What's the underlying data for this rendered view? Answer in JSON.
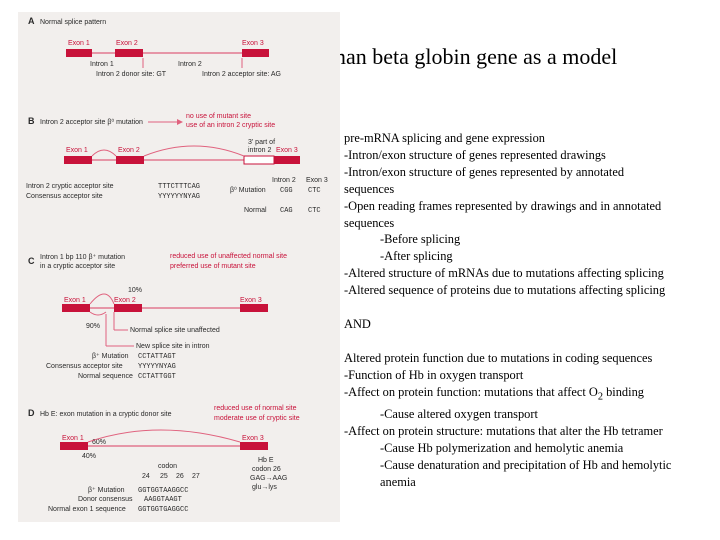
{
  "title": "Human beta globin gene as a model",
  "figure": {
    "colors": {
      "exon": "#c8123a",
      "line": "#e0627e",
      "text": "#2a2a2a",
      "panel_bg": "#f2efed"
    },
    "panel_a": {
      "letter": "A",
      "heading": "Normal splice pattern",
      "exon1": "Exon 1",
      "exon2": "Exon 2",
      "exon3": "Exon 3",
      "intron1": "Intron 1",
      "intron2": "Intron 2",
      "donor": "Intron 2 donor site: GT",
      "acceptor": "Intron 2 acceptor site: AG"
    },
    "panel_b": {
      "letter": "B",
      "heading": "Intron 2 acceptor site β⁰ mutation",
      "note1": "no use of mutant site",
      "note2": "use of an intron 2 cryptic site",
      "exon1": "Exon 1",
      "exon2": "Exon 2",
      "exon3": "Exon 3",
      "part_label1": "3' part of",
      "part_label2": "intron 2",
      "cryptic": "Intron 2 cryptic acceptor site",
      "cryptic_seq": "TTTCTTTCAG",
      "consensus": "Consensus acceptor site",
      "consensus_seq": "YYYYYYNYAG",
      "mutation": "β⁰ Mutation",
      "mutation_seq": "CGG",
      "normal": "Normal",
      "normal_seq": "CAG",
      "col_intron": "Intron 2",
      "col_exon": "Exon 3",
      "exon_seq1": "CTC",
      "exon_seq2": "CTC"
    },
    "panel_c": {
      "letter": "C",
      "heading1": "Intron 1 bp 110 β⁺ mutation",
      "heading2": "in a cryptic acceptor site",
      "note1": "reduced use of unaffected normal site",
      "note2": "preferred use of mutant site",
      "exon1": "Exon 1",
      "exon2": "Exon 2",
      "exon3": "Exon 3",
      "pct_a": "10%",
      "pct_b": "90%",
      "normal_site": "Normal splice site unaffected",
      "new_site": "New splice site in intron",
      "mutation": "β⁺ Mutation",
      "mutation_seq": "CCTATTAGT",
      "consensus": "Consensus acceptor site",
      "consensus_seq": "YYYYYNYAG",
      "normal": "Normal sequence",
      "normal_seq": "CCTATTGGT"
    },
    "panel_d": {
      "letter": "D",
      "heading": "Hb E: exon mutation in a cryptic donor site",
      "note1": "reduced use of normal site",
      "note2": "moderate use of cryptic site",
      "exon1": "Exon 1",
      "exon3": "Exon 3",
      "pct_a": "60%",
      "pct_b": "40%",
      "codon": "codon",
      "codons": [
        "24",
        "25",
        "26",
        "27"
      ],
      "hbe1": "Hb E",
      "hbe2": "codon 26",
      "hbe3": "GAG→AAG",
      "hbe4": "glu→lys",
      "mutation": "β⁺ Mutation",
      "mutation_seq": "GGTGGTAAGGCC",
      "donor": "Donor consensus",
      "donor_seq": "AAGGTAAGT",
      "normal": "Normal exon 1 sequence",
      "normal_seq": "GGTGGTGAGGCC"
    }
  },
  "notes": [
    {
      "text": "pre-m",
      "t2": "RNA splicing and gene expression",
      "indent": false
    },
    {
      "text": "-Intron/exon structure of genes represented drawings",
      "indent": false
    },
    {
      "text": "-Intron/exon structure of genes  represented by annotated",
      "indent": false
    },
    {
      "text": "sequences",
      "indent": false
    },
    {
      "text": "-Open reading frames represented by drawings and in annotated",
      "indent": false
    },
    {
      "text": "sequences",
      "indent": false
    },
    {
      "text": "-Before splicing",
      "indent": true
    },
    {
      "text": "-After splicing",
      "indent": true
    },
    {
      "text": "-Altered structure of mRNAs due to mutations affecting splicing",
      "indent": false
    },
    {
      "text": "-Altered sequence of proteins due to mutations affecting splicing",
      "indent": false
    },
    {
      "text": "",
      "indent": false
    },
    {
      "text": "AND",
      "indent": false
    },
    {
      "text": "",
      "indent": false
    },
    {
      "text": "Altered protein function due to mutations in coding sequences",
      "indent": false
    },
    {
      "text": "-Function of Hb in oxygen transport",
      "indent": false
    },
    {
      "text": "-Affect on protein function: mutations that affect O",
      "sub": "2",
      "after": " binding",
      "indent": false
    },
    {
      "text": "-Cause altered oxygen transport",
      "indent": true
    },
    {
      "text": "-Affect on protein structure: mutations that alter the Hb tetramer",
      "indent": false
    },
    {
      "text": "-Cause Hb polymerization and hemolytic anemia",
      "indent": true
    },
    {
      "text": "-Cause denaturation and precipitation of Hb and hemolytic",
      "indent": true
    },
    {
      "text": "anemia",
      "indent": true
    }
  ]
}
